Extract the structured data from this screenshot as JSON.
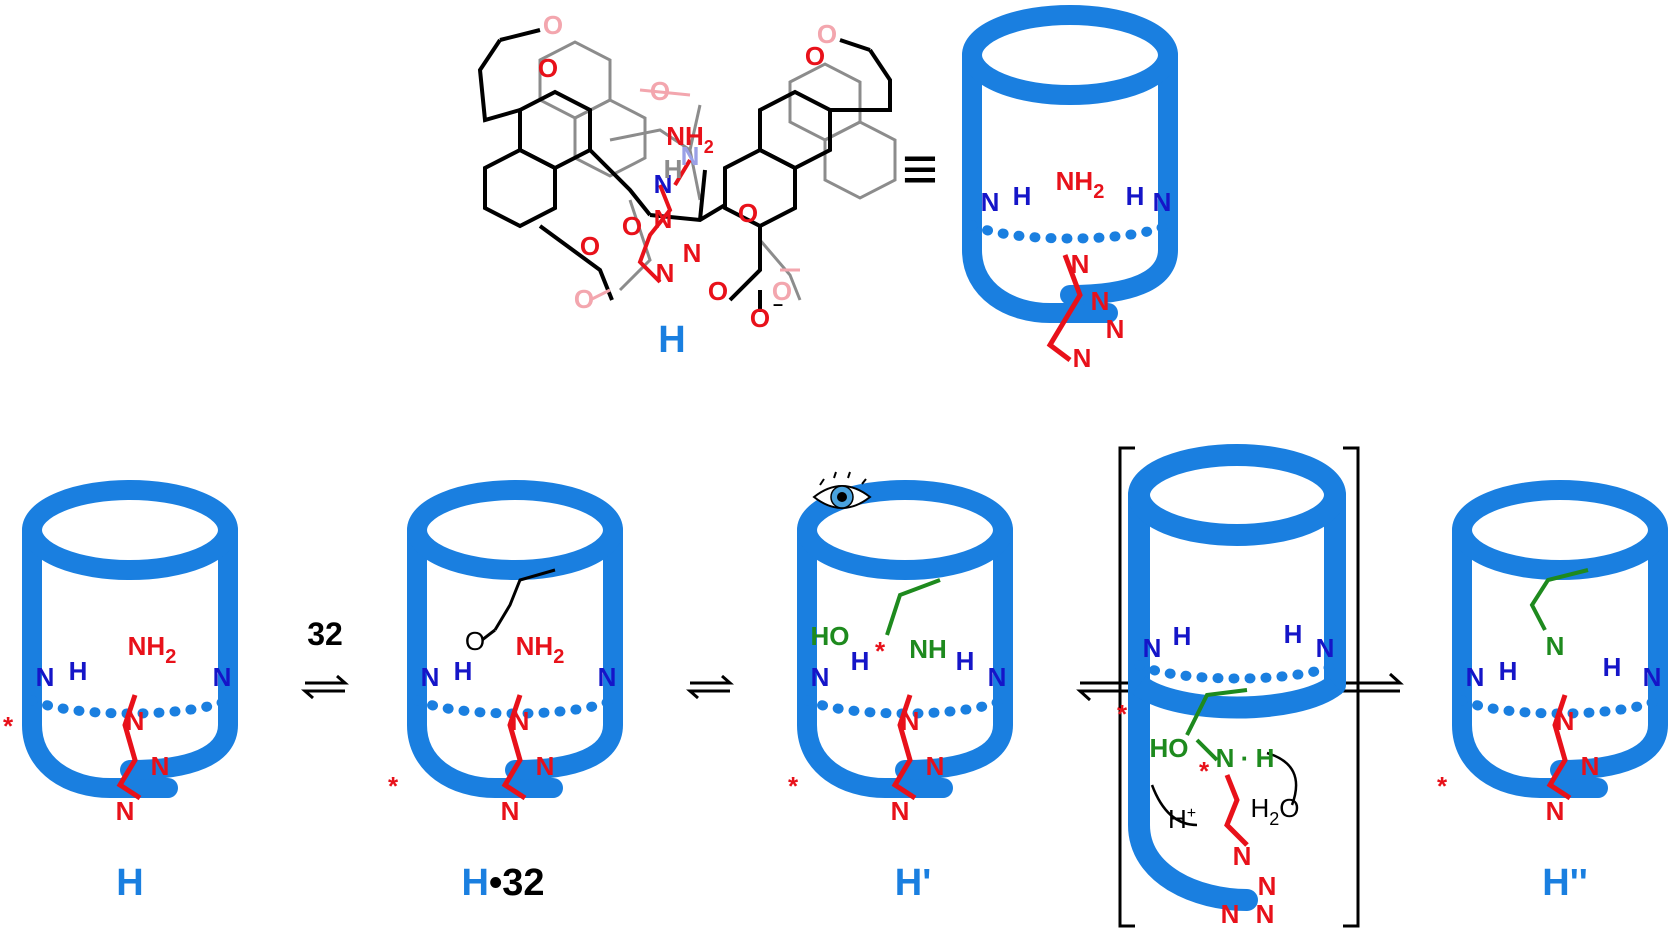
{
  "colors": {
    "cylinder": "#1a7fe0",
    "amine": "#e8111a",
    "triazole": "#e8111a",
    "hemiaminal": "#1e8a1e",
    "cavity_nh": "#1515c8",
    "structure_black": "#000000",
    "structure_gray": "#8c8c8c",
    "faded_red": "#f3a6ae",
    "faded_blue": "#9aa0e6"
  },
  "top": {
    "molecule_label": "H",
    "equivalence_symbol": "≡",
    "structure_atoms": {
      "o_top_left": "O",
      "o_top_right": "O",
      "o_carbonyl": "O",
      "nh2_top": "NH",
      "nh2_top_sub": "2",
      "n_linker": "N",
      "n_amide": "N",
      "h_amide": "H",
      "n_tri_1": "N",
      "n_tri_2": "N",
      "n_tri_3": "N",
      "o_left_ether": "O",
      "o_left_carb": "O",
      "o_right_ether": "O",
      "o_right_carb": "O",
      "o_right_anion": "O",
      "o_faded_1": "O",
      "o_faded_2": "O",
      "o_faded_3": "O",
      "o_faded_4": "O",
      "charge_minus": "–"
    }
  },
  "cavity": {
    "nh2": "NH",
    "nh2_sub": "2",
    "n_left": "N",
    "h_left": "H",
    "n_right": "N",
    "h_right": "H",
    "n_amine_link": "N",
    "n_tri_a": "N",
    "n_tri_b": "N",
    "n_tri_c": "N",
    "star": "*"
  },
  "steps": {
    "h_label": "H",
    "h32_label_H": "H",
    "h32_label_rest": "•32",
    "reagent_32": "32",
    "hprime_label": "H'",
    "hdouble_label": "H''",
    "ketone_o": "O",
    "ho": "HO",
    "nh": "NH",
    "h_star": "H",
    "imine_n": "N",
    "ts_n": "N",
    "ts_h": "H",
    "ts_dot": "·",
    "ts_hplus": "H",
    "ts_hplus_sup": "+",
    "ts_h2o_H": "H",
    "ts_h2o_sub": "2",
    "ts_h2o_O": "O",
    "ts_ho": "HO"
  }
}
